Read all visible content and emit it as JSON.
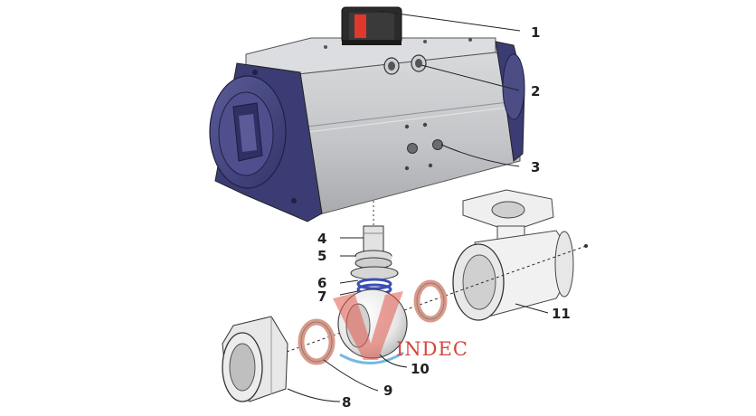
{
  "diagram": {
    "callouts": [
      "1",
      "2",
      "3",
      "4",
      "5",
      "6",
      "7",
      "8",
      "9",
      "10",
      "11"
    ]
  },
  "watermark": {
    "text": "INDEC"
  },
  "colors": {
    "actuator_end_cap": "#4c4d85",
    "actuator_body": "#c9cacc",
    "indicator_red": "#e0382b",
    "valve_body": "#f0f0f0",
    "seal_ring": "#d99a8a",
    "oring_blue": "#3c4fb5"
  }
}
